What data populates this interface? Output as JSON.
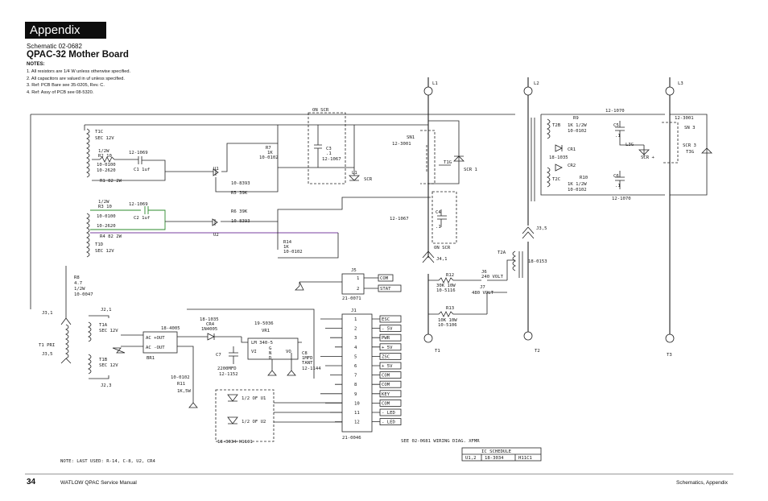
{
  "header": {
    "banner": "Appendix",
    "schematic_no": "Schematic 02-0682",
    "title": "QPAC-32 Mother Board",
    "notes_heading": "NOTES:",
    "notes": [
      "1.  All resistors are 1/4 W unless otherwise specified.",
      "2.  All capacitors are valued in uf unless specified.",
      "3.  Ref: PCB Bare see 35-0205, Rev. C.",
      "4.  Ref: Assy of PCB see 08-5320."
    ]
  },
  "footer": {
    "page_number": "34",
    "manual": "WATLOW QPAC Service Manual",
    "section": "Schematics, Appendix"
  },
  "schematic": {
    "left_channel": {
      "t1c": [
        "T1C",
        "SEC 12V"
      ],
      "r2": [
        "1/2W",
        "R2  10"
      ],
      "r2_part": "12-1069",
      "r2_parts": [
        "10-0100",
        "10-2620"
      ],
      "c1": "C1  1uf",
      "r1": "R1  82  2W",
      "r3": [
        "1/2W",
        "R3  10"
      ],
      "r3_part": "12-1069",
      "r3_parts": [
        "10-0100",
        "10-2620"
      ],
      "c2": "C2  1uf",
      "r4": "R4  82  2W",
      "t1d": [
        "T1D",
        "SEC 12V"
      ],
      "u1": "U1",
      "u2": "U2",
      "r5": [
        "10-8393",
        "R5  39K"
      ],
      "r6": [
        "R6  39K",
        "10-8393"
      ],
      "r7": [
        "R7",
        "1K",
        "10-0102"
      ],
      "r14": [
        "R14",
        "1K",
        "10-0102"
      ],
      "c3": [
        "C3",
        ".1",
        "12-1067"
      ],
      "on_scr": "ON SCR",
      "l1_scr": "L1",
      "scr": "SCR"
    },
    "power": {
      "r8": [
        "R8",
        "4.7",
        "1/2W",
        "10-0047"
      ],
      "j3_1": "J3,1",
      "t1_pri": "T1  PRI",
      "j3_5": "J3,5",
      "j2_1": "J2,1",
      "j2_3": "J2,3",
      "t1a": [
        "T1A",
        "SEC  12V"
      ],
      "t1b": [
        "T1B",
        "SEC  12V"
      ],
      "bridge_part": "18-4005",
      "bridge_pins": [
        "AC  +OUT",
        "AC  -OUT"
      ],
      "bridge_name": "BR1",
      "cr4": [
        "18-1035",
        "CR4",
        "1N4005"
      ],
      "vr1": [
        "19-5036",
        "VR1",
        "LM 340-5"
      ],
      "vr_pins": [
        "VI",
        "G",
        "N",
        "D",
        "VO"
      ],
      "c7": [
        "C7",
        "2200MFD",
        "12-1152"
      ],
      "c8": [
        "C8",
        "1MFD",
        "TANT",
        "12-1144"
      ],
      "r11": [
        "10-0102",
        "R11",
        "1K,5W"
      ],
      "opto": [
        "1/2 OF U1",
        "1/2 OF U2"
      ],
      "opto_box": "18-3034   H11C1"
    },
    "connectors": {
      "j5": "J5",
      "j5_pins": [
        "1",
        "2"
      ],
      "j5_part": "21-0071",
      "j5_labels": [
        "COM",
        "STAT"
      ],
      "j1": "J1",
      "j1_pins": [
        "1",
        "2",
        "3",
        "4",
        "5",
        "6",
        "7",
        "8",
        "9",
        "10",
        "11",
        "12"
      ],
      "j1_labels": [
        "ESC",
        "- 5V",
        "PWR",
        "+ 5V",
        "ZSC",
        "+ 5V",
        "COM",
        "COM",
        "KEY",
        "COM",
        "- LED",
        "- LED"
      ],
      "j1_part": "21-0046"
    },
    "right": {
      "l1": "L1",
      "l2": "L2",
      "l3": "L3",
      "sn1": [
        "SN1",
        "12-3001"
      ],
      "t1g": "T1G",
      "scr1": "SCR 1",
      "c4": [
        "C4",
        ".1"
      ],
      "c4_part": "12-1067",
      "on_scr2": "ON SCR",
      "j4_1": "J4,1",
      "r12": [
        "R12",
        "30K  10W",
        "10-5116"
      ],
      "j6": [
        "J6",
        "240  VOLT"
      ],
      "j7": [
        "J7",
        "480  VOLT"
      ],
      "r13": [
        "R13",
        "10K  10W",
        "10-5106"
      ],
      "t2a": "T2A",
      "t2a_part": "18-0153",
      "j3_5b": "J3,5",
      "t1": "T1",
      "t2": "T2",
      "t3": "T3",
      "top_part": "12-1070",
      "bot_part": "12-1070",
      "r9": [
        "R9",
        "1K  1/2W",
        "10-0102"
      ],
      "c5": [
        "C5",
        ".1"
      ],
      "cr1": [
        "CR1",
        "18-1035"
      ],
      "cr2": "CR2",
      "t2b": "T2B",
      "t2c": "T2C",
      "r10": [
        "R10",
        "1K  1/2W",
        "10-0102"
      ],
      "c6": [
        "C6",
        ".1"
      ],
      "l3g": "L3G",
      "scr_plus": "SCR  +",
      "sn3": [
        "12-3001",
        "SN 3"
      ],
      "scr3": [
        "SCR 3",
        "T3G"
      ]
    },
    "bottom": {
      "note_last_used": "NOTE:   LAST  USED:   R-14,  C-8,  U2,  CR4",
      "see_wiring": "SEE  02-0681  WIRING  DIAG.  XFMR",
      "ic_table_head": "IC  SCHEDULE",
      "ic_table_row": [
        "U1,2",
        "18-3034",
        "H11C1"
      ]
    }
  }
}
